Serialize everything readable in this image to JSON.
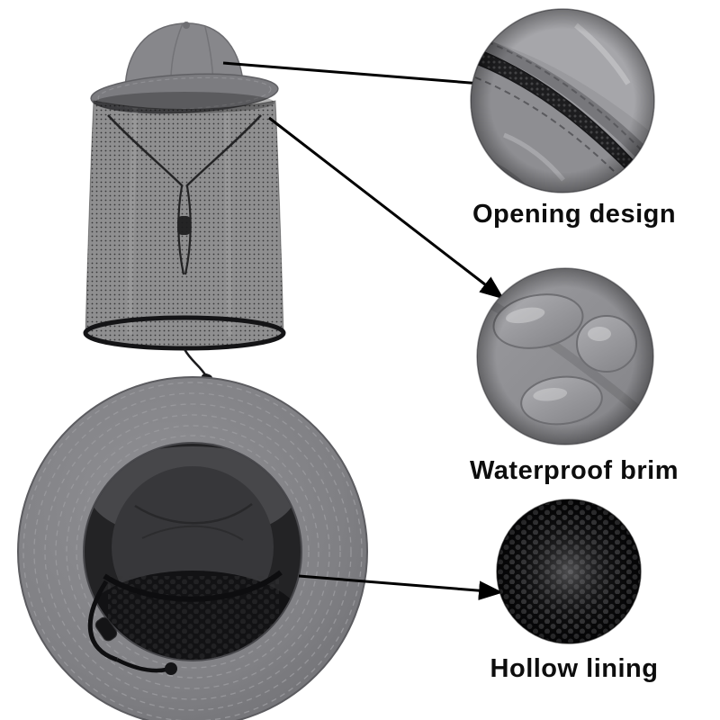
{
  "features": [
    {
      "id": "opening-design",
      "label": "Opening design"
    },
    {
      "id": "waterproof-brim",
      "label": "Waterproof brim"
    },
    {
      "id": "hollow-lining",
      "label": "Hollow lining"
    }
  ],
  "callouts": [
    {
      "from": "net-hat-front-photo",
      "to": "opening-design-detail-photo"
    },
    {
      "from": "net-hat-front-photo",
      "to": "waterproof-brim-detail-photo"
    },
    {
      "from": "hat-underside-photo",
      "to": "hollow-lining-detail-photo"
    }
  ],
  "colors": {
    "background": "#ffffff",
    "hat_gray": "#85858a",
    "brim_gray": "#7c7c80",
    "net_dark": "#2f2f31",
    "mesh_black": "#070708",
    "label_text": "#0d0d0d",
    "arrow": "#000000"
  }
}
